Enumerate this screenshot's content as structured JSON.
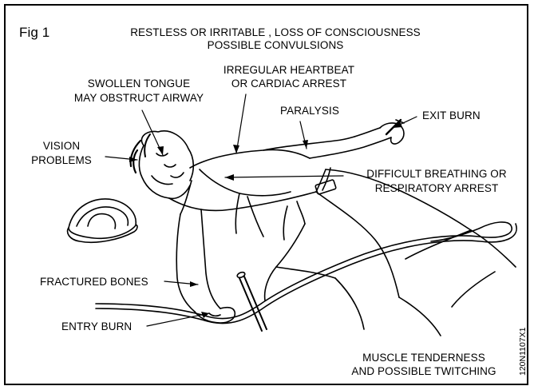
{
  "figure": {
    "label": "Fig 1",
    "code": "120N1107X1"
  },
  "header": {
    "line1": "RESTLESS OR IRRITABLE , LOSS OF CONSCIOUSNESS",
    "line2": "POSSIBLE CONVULSIONS"
  },
  "labels": {
    "tongue": [
      "SWOLLEN TONGUE",
      "MAY OBSTRUCT AIRWAY"
    ],
    "heart": [
      "IRREGULAR HEARTBEAT",
      "OR CARDIAC ARREST"
    ],
    "paralysis": "PARALYSIS",
    "exit_burn": "EXIT BURN",
    "vision": [
      "VISION",
      "PROBLEMS"
    ],
    "breathing": [
      "DIFFICULT BREATHING OR",
      "RESPIRATORY ARREST"
    ],
    "fractured": "FRACTURED BONES",
    "entry_burn": "ENTRY BURN",
    "muscle": [
      "MUSCLE TENDERNESS",
      "AND POSSIBLE TWITCHING"
    ]
  }
}
